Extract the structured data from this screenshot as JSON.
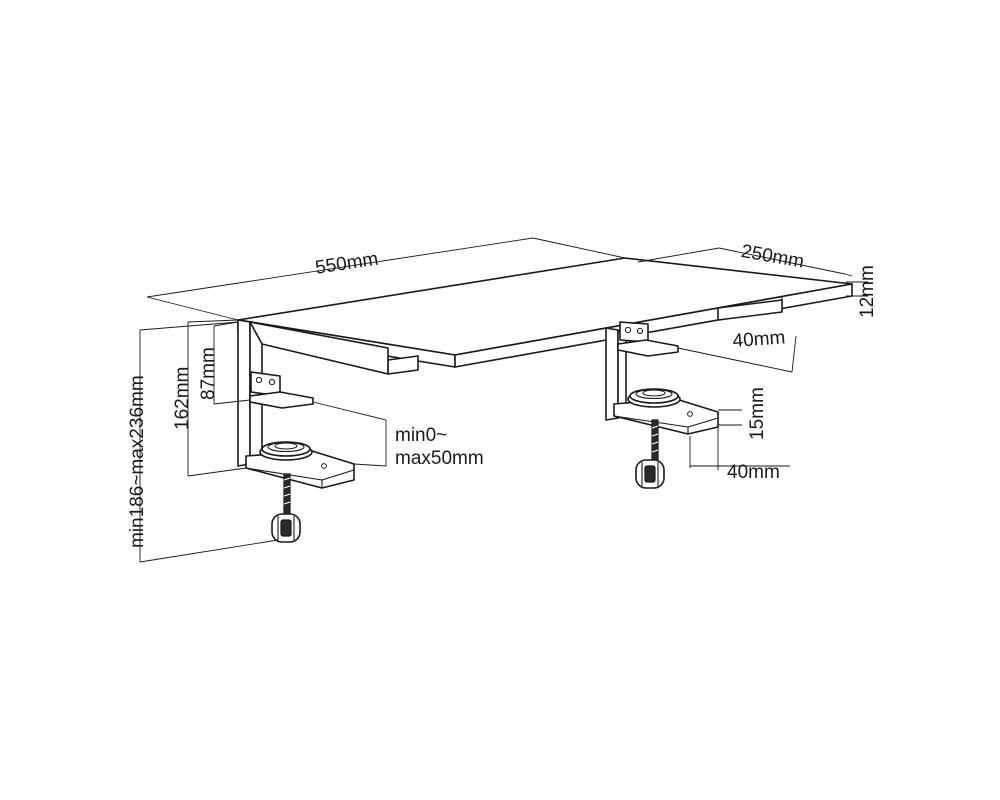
{
  "diagram": {
    "dimensions": {
      "width": "550mm",
      "depth": "250mm",
      "thickness": "12mm",
      "bracket_width": "40mm",
      "clamp_height": "15mm",
      "clamp_depth": "40mm",
      "clamp_gap_line1": "min0~",
      "clamp_gap_line2": "max50mm",
      "shelf_to_tray": "87mm",
      "total_bracket": "162mm",
      "overall_height": "min186~max236mm"
    },
    "colors": {
      "line": "#1a1a1a",
      "fill": "#ffffff"
    }
  }
}
